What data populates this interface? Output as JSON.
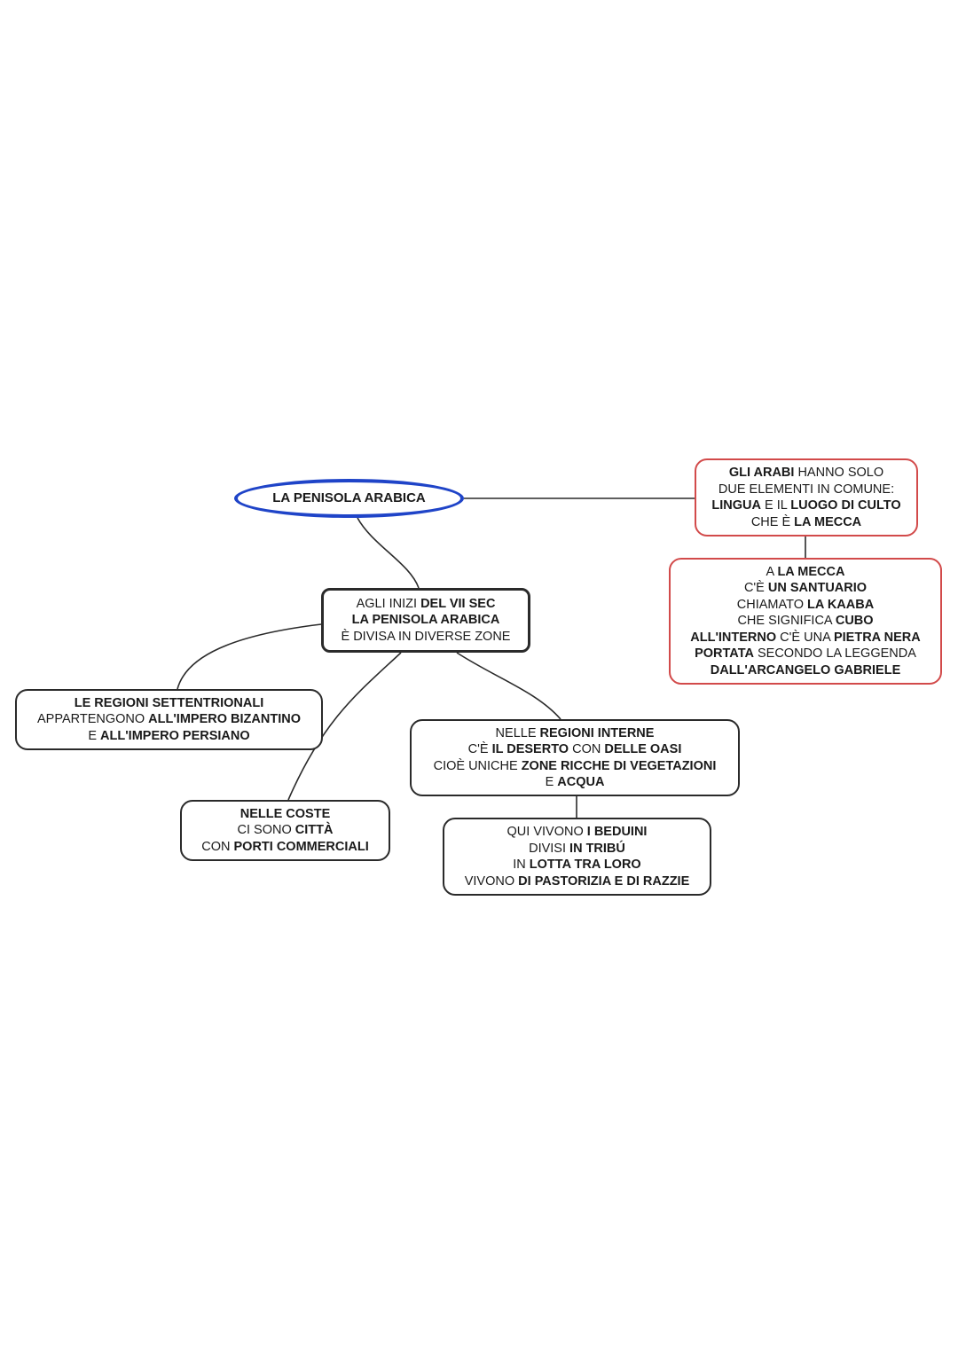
{
  "colors": {
    "root_border": "#1f44c8",
    "red_border": "#d24a4a",
    "node_border": "#2a2a2a",
    "edge": "#2a2a2a"
  },
  "nodes": {
    "root": {
      "lines": [
        [
          {
            "t": "LA PENISOLA ARABICA",
            "b": true
          }
        ]
      ]
    },
    "center": {
      "lines": [
        [
          {
            "t": "AGLI INIZI ",
            "b": false
          },
          {
            "t": "DEL VII SEC",
            "b": true
          }
        ],
        [
          {
            "t": "LA PENISOLA ARABICA",
            "b": true
          }
        ],
        [
          {
            "t": "È  DIVISA IN DIVERSE ZONE",
            "b": false
          }
        ]
      ]
    },
    "arabi": {
      "lines": [
        [
          {
            "t": "GLI ARABI",
            "b": true
          },
          {
            "t": " HANNO SOLO",
            "b": false
          }
        ],
        [
          {
            "t": "DUE ELEMENTI IN COMUNE:",
            "b": false
          }
        ],
        [
          {
            "t": "LINGUA",
            "b": true
          },
          {
            "t": " E IL ",
            "b": false
          },
          {
            "t": "LUOGO DI CULTO",
            "b": true
          }
        ],
        [
          {
            "t": "CHE È ",
            "b": false
          },
          {
            "t": "LA MECCA",
            "b": true
          }
        ]
      ]
    },
    "mecca": {
      "lines": [
        [
          {
            "t": "A ",
            "b": false
          },
          {
            "t": "LA MECCA",
            "b": true
          }
        ],
        [
          {
            "t": "C'È ",
            "b": false
          },
          {
            "t": "UN SANTUARIO",
            "b": true
          }
        ],
        [
          {
            "t": "CHIAMATO ",
            "b": false
          },
          {
            "t": "LA KAABA",
            "b": true
          }
        ],
        [
          {
            "t": "CHE SIGNIFICA ",
            "b": false
          },
          {
            "t": "CUBO",
            "b": true
          }
        ],
        [
          {
            "t": "ALL'INTERNO",
            "b": true
          },
          {
            "t": " C'È UNA ",
            "b": false
          },
          {
            "t": "PIETRA NERA",
            "b": true
          }
        ],
        [
          {
            "t": "PORTATA",
            "b": true
          },
          {
            "t": " SECONDO LA LEGGENDA",
            "b": false
          }
        ],
        [
          {
            "t": "DALL'ARCANGELO GABRIELE",
            "b": true
          }
        ]
      ]
    },
    "settentrionali": {
      "lines": [
        [
          {
            "t": "LE REGIONI SETTENTRIONALI",
            "b": true
          }
        ],
        [
          {
            "t": "APPARTENGONO ",
            "b": false
          },
          {
            "t": "ALL'IMPERO BIZANTINO",
            "b": true
          }
        ],
        [
          {
            "t": "E ",
            "b": false
          },
          {
            "t": "ALL'IMPERO PERSIANO",
            "b": true
          }
        ]
      ]
    },
    "interne": {
      "lines": [
        [
          {
            "t": "NELLE ",
            "b": false
          },
          {
            "t": "REGIONI INTERNE",
            "b": true
          }
        ],
        [
          {
            "t": "C'È ",
            "b": false
          },
          {
            "t": "IL DESERTO",
            "b": true
          },
          {
            "t": " CON ",
            "b": false
          },
          {
            "t": "DELLE OASI",
            "b": true
          }
        ],
        [
          {
            "t": "CIOÈ UNICHE ",
            "b": false
          },
          {
            "t": "ZONE RICCHE DI VEGETAZIONI",
            "b": true
          }
        ],
        [
          {
            "t": "E ",
            "b": false
          },
          {
            "t": "ACQUA",
            "b": true
          }
        ]
      ]
    },
    "coste": {
      "lines": [
        [
          {
            "t": "NELLE COSTE",
            "b": true
          }
        ],
        [
          {
            "t": "CI SONO ",
            "b": false
          },
          {
            "t": "CITTÀ",
            "b": true
          }
        ],
        [
          {
            "t": "CON ",
            "b": false
          },
          {
            "t": "PORTI COMMERCIALI",
            "b": true
          }
        ]
      ]
    },
    "beduini": {
      "lines": [
        [
          {
            "t": "QUI VIVONO ",
            "b": false
          },
          {
            "t": "I BEDUINI",
            "b": true
          }
        ],
        [
          {
            "t": "DIVISI ",
            "b": false
          },
          {
            "t": "IN TRIBÚ",
            "b": true
          }
        ],
        [
          {
            "t": "IN ",
            "b": false
          },
          {
            "t": "LOTTA TRA LORO",
            "b": true
          }
        ],
        [
          {
            "t": "VIVONO ",
            "b": false
          },
          {
            "t": "DI PASTORIZIA E DI RAZZIE",
            "b": true
          }
        ]
      ]
    }
  }
}
